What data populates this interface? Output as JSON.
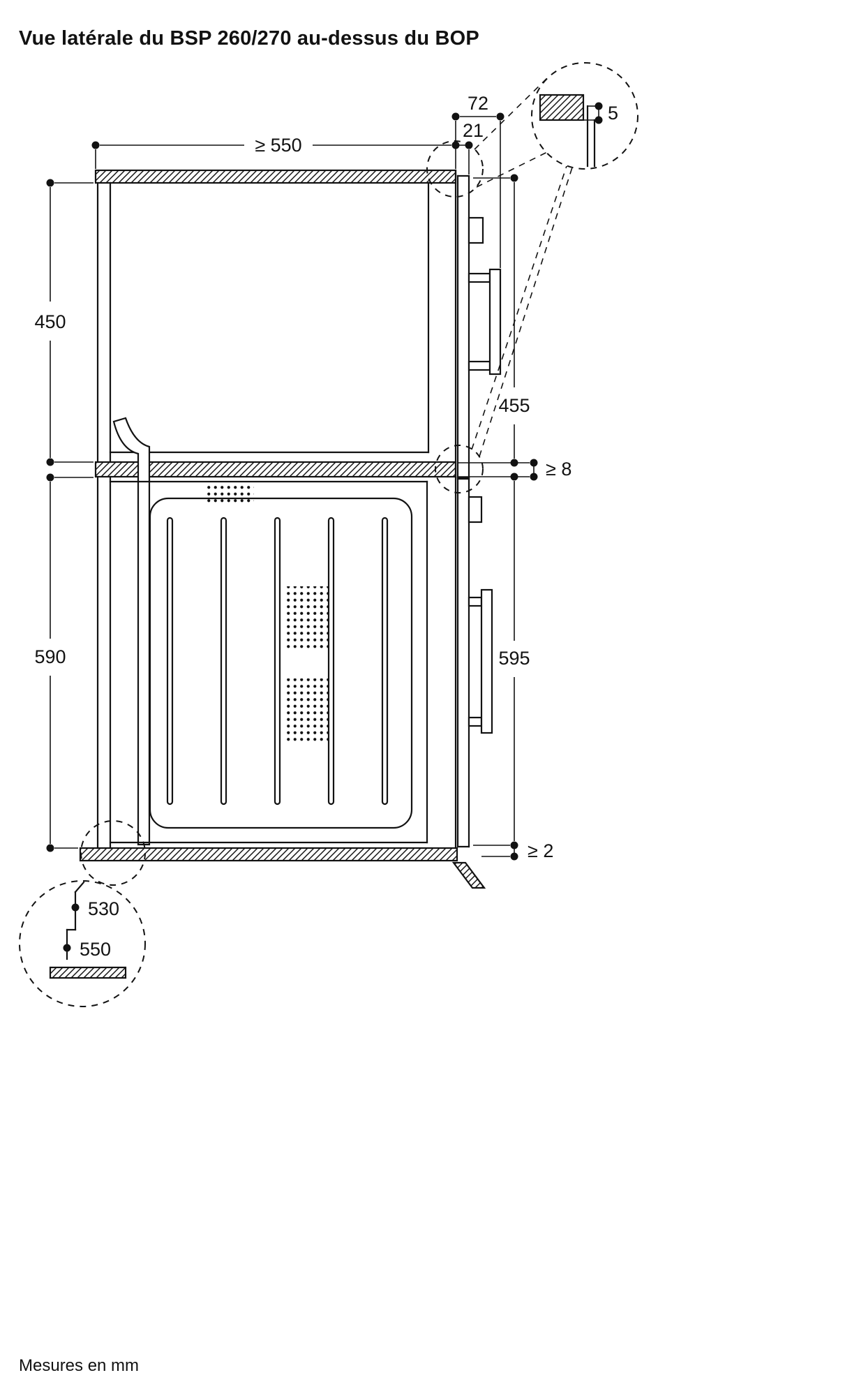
{
  "colors": {
    "ink": "#121212",
    "background": "#ffffff"
  },
  "title": "Vue latérale du BSP 260/270 au-dessus du BOP",
  "footer": "Mesures en mm",
  "dims": {
    "niche_width": "≥ 550",
    "front_depth_72": "72",
    "front_depth_21": "21",
    "top_gap_5": "5",
    "upper_niche_height": "450",
    "upper_appliance_height": "455",
    "shelf_gap": "≥ 8",
    "lower_niche_height": "590",
    "lower_appliance_height": "595",
    "floor_gap": "≥ 2",
    "recess_depth_530": "530",
    "recess_depth_550": "550"
  }
}
